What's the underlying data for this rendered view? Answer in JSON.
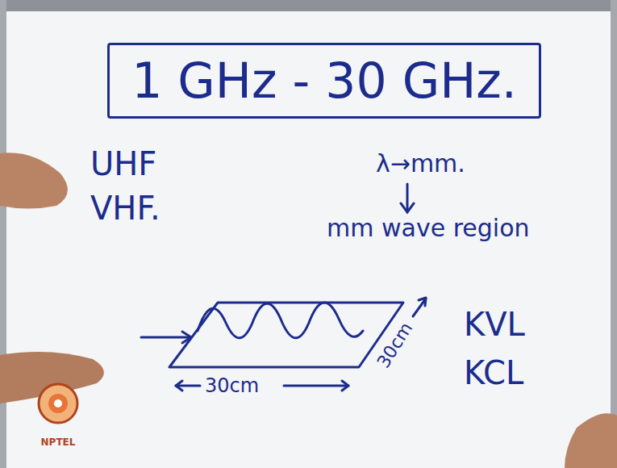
{
  "diagram": {
    "nodes": [
      {
        "text": [
          "1 GHz - 30 GHz."
        ]
      }
    ],
    "labels": [
      "UHF",
      "VHF.",
      "λ→mm.",
      "mm wave region",
      "30cm",
      "30cm",
      "KVL",
      "KCL",
      "NPTEL"
    ]
  }
}
